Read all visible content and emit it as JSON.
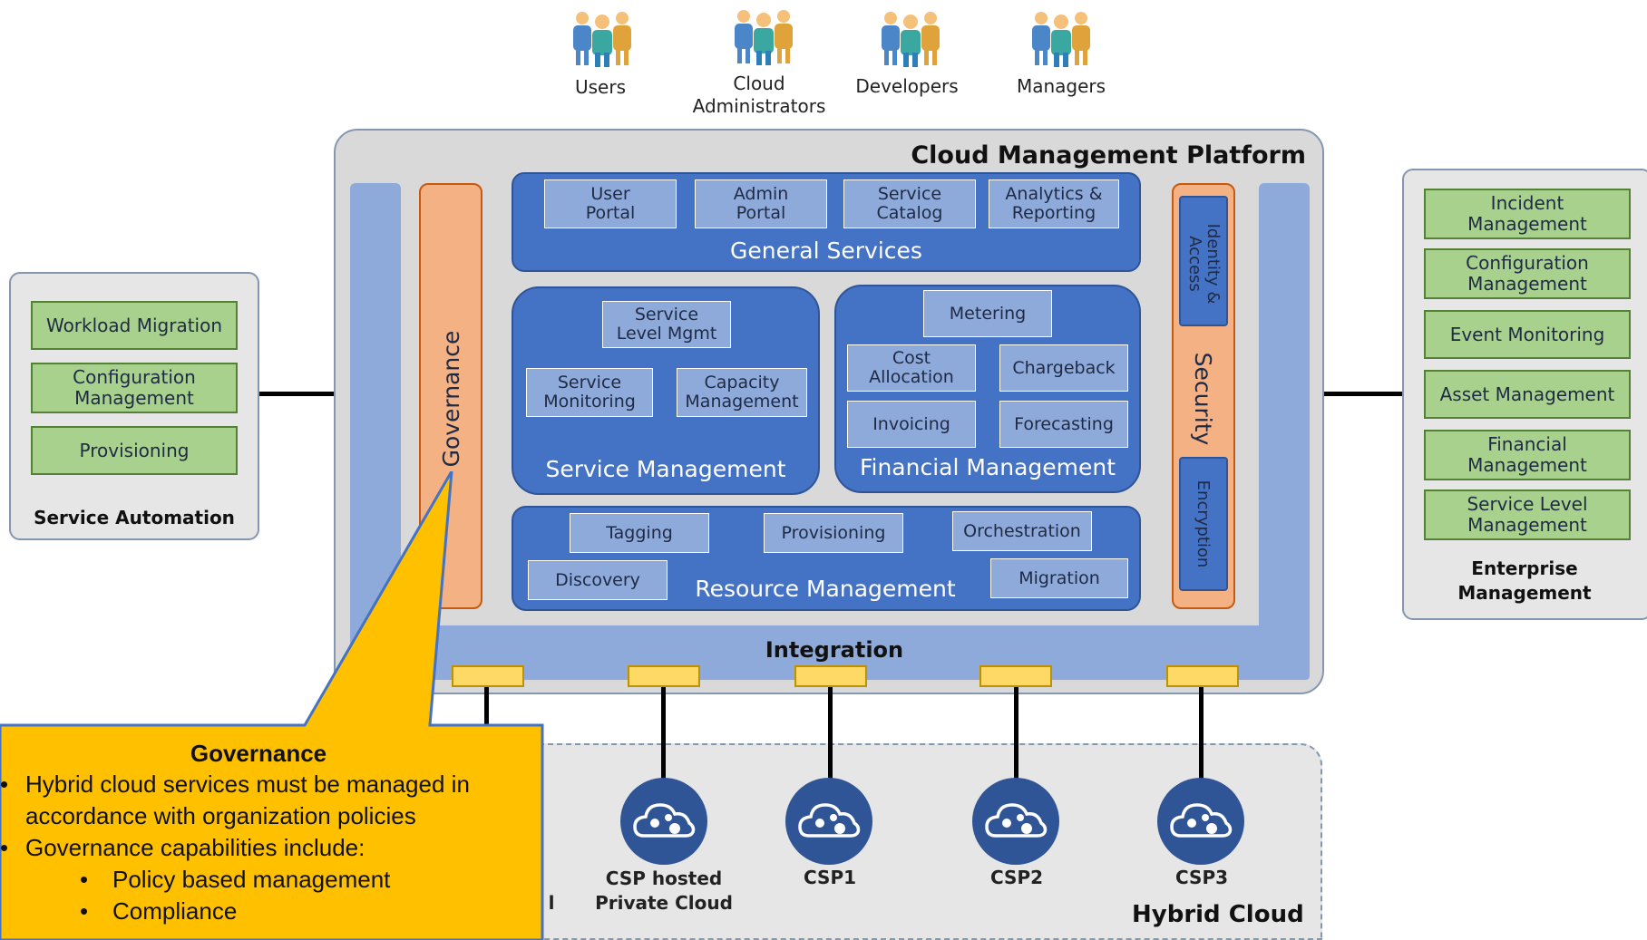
{
  "people": [
    {
      "label": "Users"
    },
    {
      "label": "Cloud\nAdministrators"
    },
    {
      "label": "Developers"
    },
    {
      "label": "Managers"
    }
  ],
  "platform": {
    "title": "Cloud Management Platform",
    "governance": "Governance",
    "integration": "Integration",
    "security": {
      "title": "Security",
      "identity": "Identity &\nAccess",
      "encryption": "Encryption"
    },
    "general": {
      "title": "General Services",
      "items": [
        "User\nPortal",
        "Admin\nPortal",
        "Service\nCatalog",
        "Analytics &\nReporting"
      ]
    },
    "service": {
      "title": "Service Management",
      "level": "Service\nLevel Mgmt",
      "monitoring": "Service\nMonitoring",
      "capacity": "Capacity\nManagement"
    },
    "financial": {
      "title": "Financial Management",
      "metering": "Metering",
      "cost": "Cost\nAllocation",
      "chargeback": "Chargeback",
      "invoicing": "Invoicing",
      "forecasting": "Forecasting"
    },
    "resource": {
      "title": "Resource Management",
      "tagging": "Tagging",
      "provisioning": "Provisioning",
      "orchestration": "Orchestration",
      "discovery": "Discovery",
      "migration": "Migration"
    }
  },
  "automation": {
    "title": "Service Automation",
    "items": [
      "Workload  Migration",
      "Configuration\nManagement",
      "Provisioning"
    ]
  },
  "enterprise": {
    "title": "Enterprise\nManagement",
    "items": [
      "Incident\nManagement",
      "Configuration\nManagement",
      "Event Monitoring",
      "Asset Management",
      "Financial\nManagement",
      "Service Level\nManagement"
    ]
  },
  "hybrid": {
    "title": "Hybrid Cloud",
    "partial": "l",
    "csps": [
      "CSP hosted\nPrivate Cloud",
      "CSP1",
      "CSP2",
      "CSP3"
    ]
  },
  "callout": {
    "title": "Governance",
    "bullets": [
      "Hybrid cloud services must be managed in accordance with organization policies",
      "Governance capabilities include:"
    ],
    "sub": [
      "Policy based management",
      "Compliance"
    ]
  },
  "colors": {
    "blue": "#4472c4",
    "lightBlue": "#8eaadb",
    "green": "#a9d18e",
    "orange": "#f4b183",
    "yellow": "#ffd966",
    "callout": "#ffc000",
    "grey": "#e7e6e6"
  }
}
